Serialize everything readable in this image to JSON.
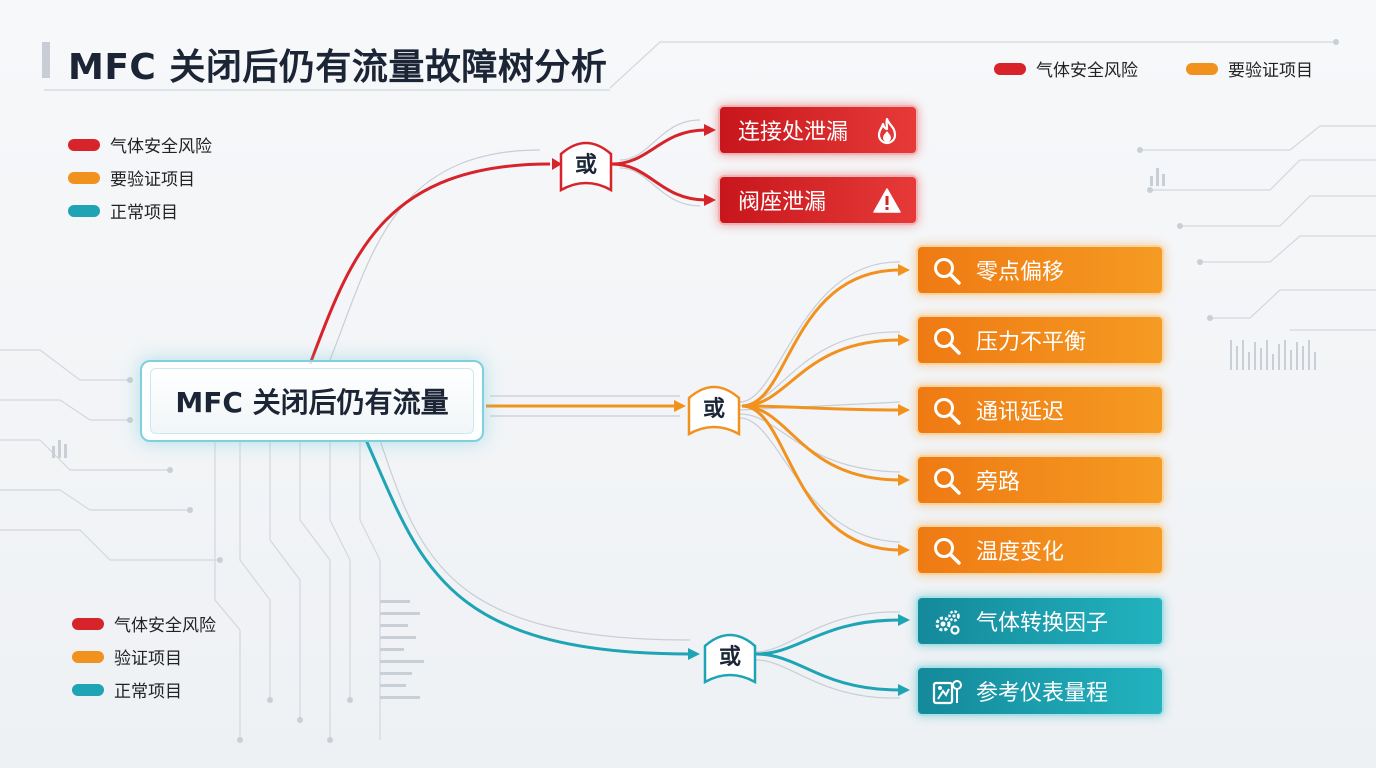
{
  "title": "MFC 关闭后仍有流量故障树分析",
  "legend_top_right": [
    {
      "label": "气体安全风险",
      "color": "#d7232a"
    },
    {
      "label": "要验证项目",
      "color": "#f2921e"
    }
  ],
  "legend_upper_left": [
    {
      "label": "气体安全风险",
      "color": "#d7232a"
    },
    {
      "label": "要验证项目",
      "color": "#f2921e"
    },
    {
      "label": "正常项目",
      "color": "#1ea4b4"
    }
  ],
  "legend_lower_left": [
    {
      "label": "气体安全风险",
      "color": "#d7232a"
    },
    {
      "label": "验证项目",
      "color": "#f2921e"
    },
    {
      "label": "正常项目",
      "color": "#1ea4b4"
    }
  ],
  "root": {
    "label": "MFC 关闭后仍有流量"
  },
  "gates": [
    {
      "label": "或",
      "branch": "气体安全风险"
    },
    {
      "label": "或",
      "branch": "要验证项目"
    },
    {
      "label": "或",
      "branch": "正常项目"
    }
  ],
  "leaves": {
    "red": [
      {
        "label": "连接处泄漏",
        "icon": "fire-icon"
      },
      {
        "label": "阀座泄漏",
        "icon": "warning-icon"
      }
    ],
    "orange": [
      {
        "label": "零点偏移",
        "icon": "search-icon"
      },
      {
        "label": "压力不平衡",
        "icon": "search-icon"
      },
      {
        "label": "通讯延迟",
        "icon": "search-icon"
      },
      {
        "label": "旁路",
        "icon": "search-icon"
      },
      {
        "label": "温度变化",
        "icon": "search-icon"
      }
    ],
    "teal": [
      {
        "label": "气体转换因子",
        "icon": "gears-icon"
      },
      {
        "label": "参考仪表量程",
        "icon": "gauge-icon"
      }
    ]
  },
  "colors": {
    "red": "#d7232a",
    "orange": "#f2921e",
    "teal": "#1ea4b4",
    "title": "#1b2536"
  }
}
